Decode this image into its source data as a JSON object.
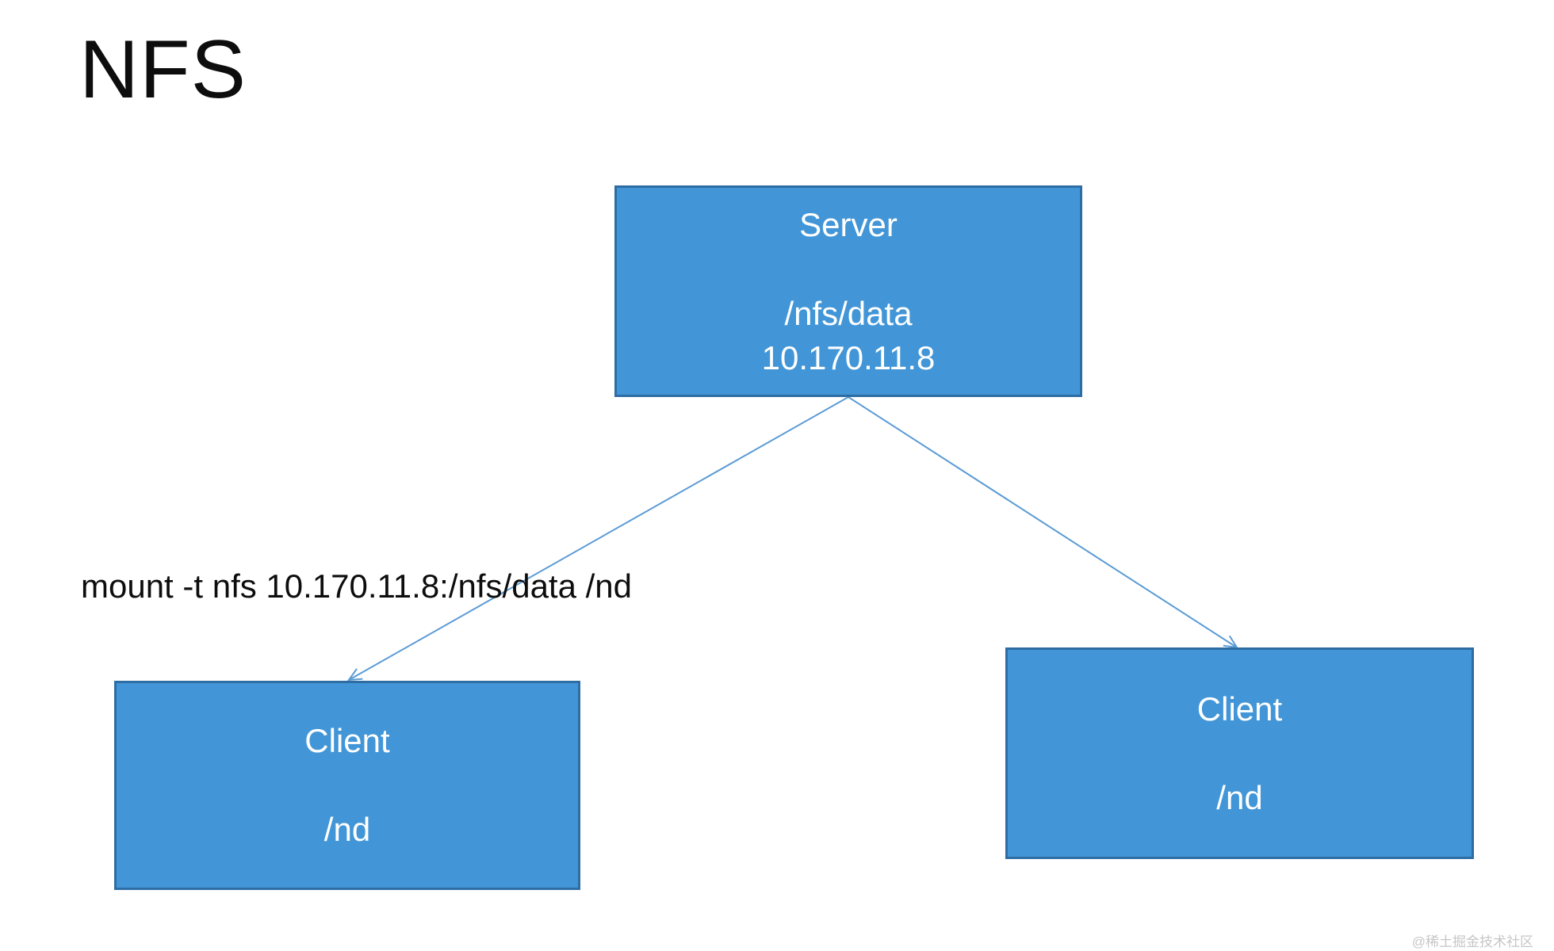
{
  "slide": {
    "title": "NFS"
  },
  "colors": {
    "background": "#ffffff",
    "node_fill": "#4296d7",
    "node_border": "#2e6da4",
    "node_text": "#ffffff",
    "connector": "#5b9bd5",
    "title_text": "#0d0d0d",
    "annotation_text": "#0d0d0d",
    "watermark_text": "#c6c6c6"
  },
  "nodes": {
    "server": {
      "title": "Server",
      "share_path": "/nfs/data",
      "ip": "10.170.11.8"
    },
    "client_left": {
      "title": "Client",
      "mount_path": "/nd"
    },
    "client_right": {
      "title": "Client",
      "mount_path": "/nd"
    }
  },
  "annotation": {
    "mount_command": "mount -t nfs 10.170.11.8:/nfs/data /nd"
  },
  "watermark": {
    "text": "@稀土掘金技术社区"
  }
}
